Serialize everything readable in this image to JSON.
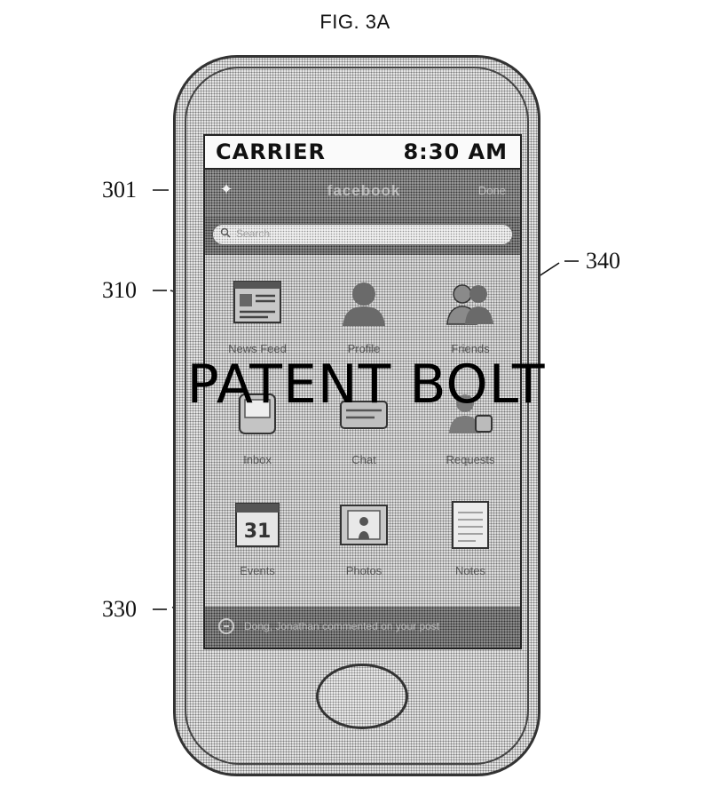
{
  "figure": {
    "title": "FIG. 3A",
    "watermark": "PATENT BOLT"
  },
  "references": {
    "r301": "301",
    "r310": "310",
    "r340": "340",
    "r330": "330"
  },
  "status_bar": {
    "carrier": "CARRIER",
    "time": "8:30 AM"
  },
  "nav_bar": {
    "title": "facebook",
    "right": "Done"
  },
  "search": {
    "placeholder": "Search"
  },
  "apps": [
    {
      "label": "News Feed",
      "icon": "news-feed-icon"
    },
    {
      "label": "Profile",
      "icon": "profile-icon"
    },
    {
      "label": "Friends",
      "icon": "friends-icon"
    },
    {
      "label": "Inbox",
      "icon": "inbox-icon"
    },
    {
      "label": "Chat",
      "icon": "chat-icon"
    },
    {
      "label": "Requests",
      "icon": "requests-icon"
    },
    {
      "label": "Events",
      "icon": "events-icon"
    },
    {
      "label": "Photos",
      "icon": "photos-icon"
    },
    {
      "label": "Notes",
      "icon": "notes-icon"
    }
  ],
  "events_icon_number": "31",
  "bottom_bar": {
    "text": "Dong, Jonathan commented on your post"
  }
}
